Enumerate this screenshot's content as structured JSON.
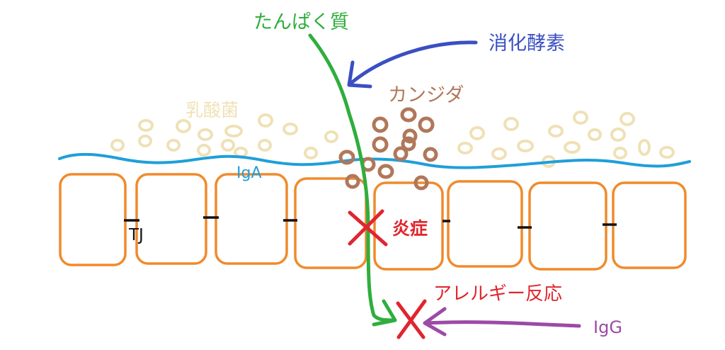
{
  "labels": {
    "protein": "たんぱく質",
    "digestive_enzyme": "消化酵素",
    "candida": "カンジダ",
    "lactic_acid_bacteria": "乳酸菌",
    "iga": "IgA",
    "tight_junction": "TJ",
    "inflammation": "炎症",
    "allergic_reaction": "アレルギー反応",
    "igg": "IgG"
  },
  "colors": {
    "protein_arrow": "#2fae3d",
    "enzyme_arrow": "#3a4fc2",
    "candida": "#b0775a",
    "lactic_acid_bacteria": "#efe1b6",
    "mucus_layer": "#1f9fd8",
    "cell": "#f08a2c",
    "tight_junction": "#111111",
    "block_mark": "#e0252e",
    "igg_arrow": "#9c4aa6"
  }
}
